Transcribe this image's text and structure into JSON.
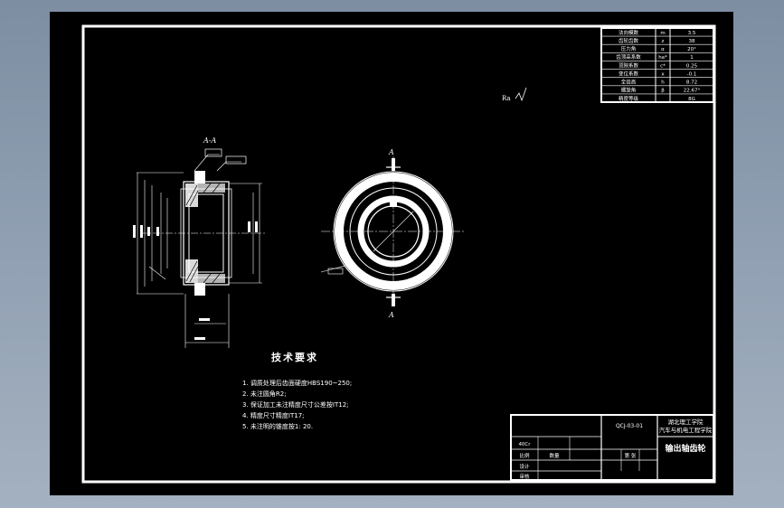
{
  "tech_requirements": {
    "title": "技术要求",
    "items": [
      "1. 调质处理后齿面硬度HBS190~250;",
      "2. 未注圆角R2;",
      "3. 保证加工未注精度尺寸公差按IT12;",
      "4. 精度尺寸精度IT17;",
      "5. 未注明的锥度按1: 20."
    ]
  },
  "section_label": "A-A",
  "section_marks": {
    "top": "A",
    "bottom": "A"
  },
  "roughness_note": "Ra",
  "param_table": {
    "rows": [
      [
        "法向模数",
        "m",
        "3.5"
      ],
      [
        "齿轮齿数",
        "z",
        "38"
      ],
      [
        "压力角",
        "α",
        "20°"
      ],
      [
        "齿顶高系数",
        "ha*",
        "1"
      ],
      [
        "顶隙系数",
        "c*",
        "0.25"
      ],
      [
        "变位系数",
        "x",
        "-0.1"
      ],
      [
        "全齿高",
        "h",
        "8.72"
      ],
      [
        "螺旋角",
        "β",
        "22.67°"
      ],
      [
        "精度等级",
        "",
        "8G"
      ]
    ]
  },
  "title_block": {
    "school": [
      "湖北理工学院",
      "汽车与机电工程学院"
    ],
    "part_name": "输出轴齿轮",
    "material": "40Cr",
    "scale_label": "比例",
    "quantity_label": "数量",
    "sheet_label": "第 张",
    "design_label": "设计",
    "check_label": "审核",
    "drawing_no": "QCJ-03-01"
  }
}
